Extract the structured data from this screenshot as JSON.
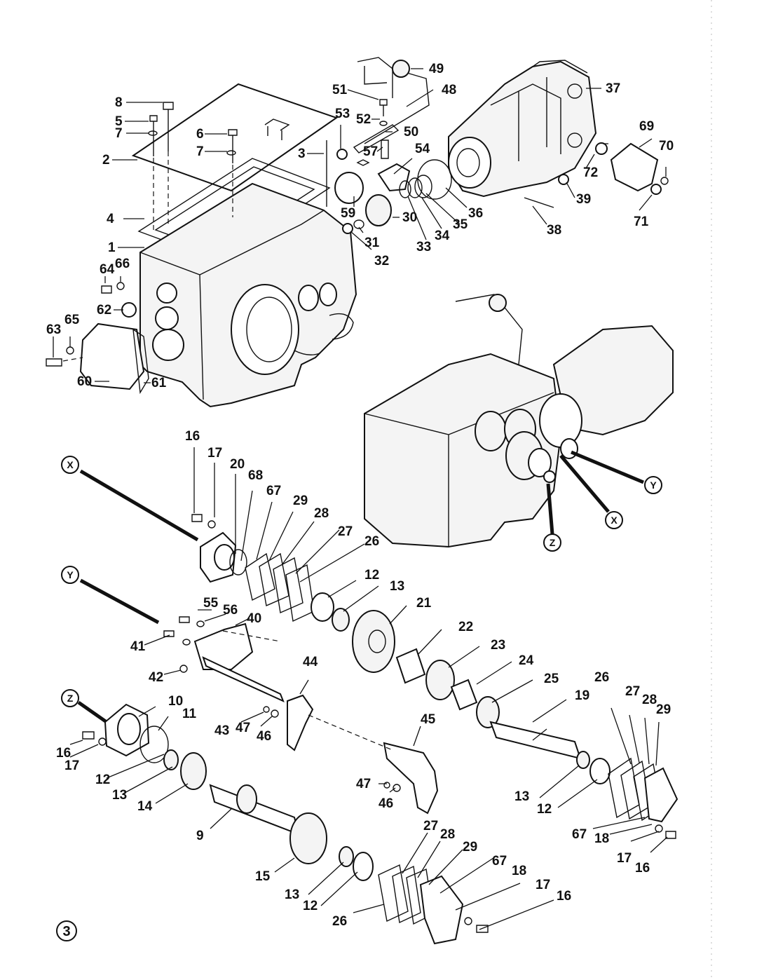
{
  "figure": {
    "number": "3"
  },
  "callouts": {
    "x": "X",
    "y": "Y",
    "z": "Z"
  },
  "parts": {
    "p1": "1",
    "p2": "2",
    "p3": "3",
    "p4": "4",
    "p5": "5",
    "p6": "6",
    "p7": "7",
    "p8": "8",
    "p9": "9",
    "p10": "10",
    "p11": "11",
    "p12": "12",
    "p13": "13",
    "p14": "14",
    "p15": "15",
    "p16": "16",
    "p17": "17",
    "p18": "18",
    "p19": "19",
    "p20": "20",
    "p21": "21",
    "p22": "22",
    "p23": "23",
    "p24": "24",
    "p25": "25",
    "p26": "26",
    "p27": "27",
    "p28": "28",
    "p29": "29",
    "p30": "30",
    "p31": "31",
    "p32": "32",
    "p33": "33",
    "p34": "34",
    "p35": "35",
    "p36": "36",
    "p37": "37",
    "p38": "38",
    "p39": "39",
    "p40": "40",
    "p41": "41",
    "p42": "42",
    "p43": "43",
    "p44": "44",
    "p45": "45",
    "p46": "46",
    "p47": "47",
    "p48": "48",
    "p49": "49",
    "p50": "50",
    "p51": "51",
    "p52": "52",
    "p53": "53",
    "p54": "54",
    "p55": "55",
    "p56": "56",
    "p57": "57",
    "p59": "59",
    "p60": "60",
    "p61": "61",
    "p62": "62",
    "p63": "63",
    "p64": "64",
    "p65": "65",
    "p66": "66",
    "p67": "67",
    "p68": "68",
    "p69": "69",
    "p70": "70",
    "p71": "71",
    "p72": "72"
  }
}
